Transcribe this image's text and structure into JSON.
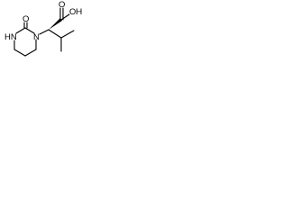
{
  "molecule": {
    "atoms": {
      "carboxyl_oh": "OH",
      "carbonyl_o_acid": "O",
      "ring_nh": "HN",
      "ring_n": "N",
      "urea_o": "O"
    }
  }
}
